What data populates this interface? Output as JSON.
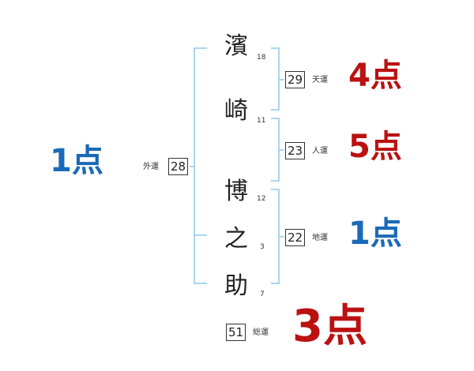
{
  "colors": {
    "bracket": "#8fc9ec",
    "red": "#bb1111",
    "blue": "#1a6ab8"
  },
  "name": {
    "chars": [
      {
        "char": "濱",
        "strokes": "18"
      },
      {
        "char": "崎",
        "strokes": "11"
      },
      {
        "char": "博",
        "strokes": "12"
      },
      {
        "char": "之",
        "strokes": "3"
      },
      {
        "char": "助",
        "strokes": "7"
      }
    ]
  },
  "fortune": {
    "tenkaku": {
      "value": "29",
      "label": "天運",
      "score": "4点",
      "color": "red"
    },
    "jinkaku": {
      "value": "23",
      "label": "人運",
      "score": "5点",
      "color": "red"
    },
    "chikaku": {
      "value": "22",
      "label": "地運",
      "score": "1点",
      "color": "blue"
    },
    "gaikaku": {
      "value": "28",
      "label": "外運",
      "score": "1点",
      "color": "blue"
    },
    "soukaku": {
      "value": "51",
      "label": "総運",
      "score": "3点",
      "color": "red"
    }
  }
}
